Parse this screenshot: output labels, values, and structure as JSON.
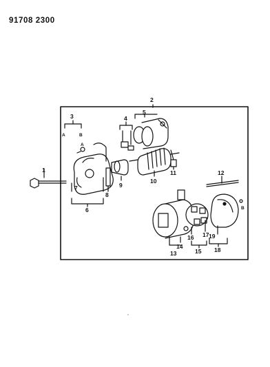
{
  "header": {
    "part_code": "91708 2300"
  },
  "callouts": {
    "c1": "1",
    "c2": "2",
    "c3": "3",
    "c3a": "A",
    "c3b": "B",
    "c3a2": "A",
    "c4": "4",
    "c5": "5",
    "c6": "6",
    "c7": "7",
    "c8": "8",
    "c9": "9",
    "c10": "10",
    "c11": "11",
    "c12": "12",
    "c13": "13",
    "c14": "14",
    "c15": "15",
    "c16": "16",
    "c17": "17",
    "c18": "18",
    "c19": "19",
    "cB": "B"
  }
}
